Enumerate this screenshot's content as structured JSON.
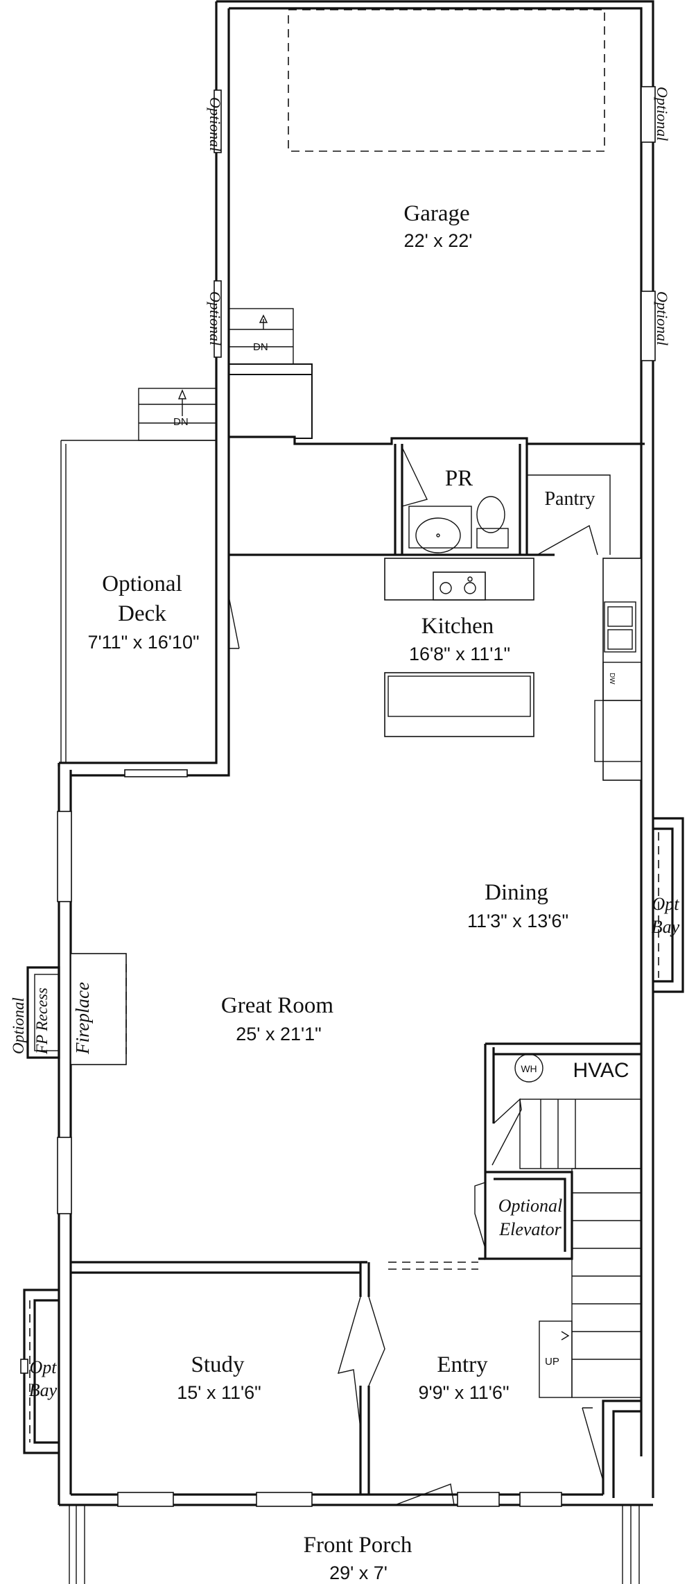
{
  "rooms": {
    "garage": {
      "name": "Garage",
      "dims": "22' x 22'"
    },
    "deck": {
      "name_line1": "Optional",
      "name_line2": "Deck",
      "dims": "7'11\" x 16'10\""
    },
    "pr": {
      "name": "PR"
    },
    "pantry": {
      "name": "Pantry"
    },
    "kitchen": {
      "name": "Kitchen",
      "dims": "16'8\" x 11'1\""
    },
    "dining": {
      "name": "Dining",
      "dims": "11'3\" x 13'6\""
    },
    "great": {
      "name": "Great Room",
      "dims": "25' x 21'1\""
    },
    "study": {
      "name": "Study",
      "dims": "15' x 11'6\""
    },
    "entry": {
      "name": "Entry",
      "dims": "9'9\" x 11'6\""
    },
    "porch": {
      "name": "Front Porch",
      "dims": "29' x 7'"
    }
  },
  "labels": {
    "optional": "Optional",
    "fireplace": "Fireplace",
    "fp_recess_line1": "Optional",
    "fp_recess_line2": "FP Recess",
    "opt_bay_line1": "Opt",
    "opt_bay_line2": "Bay",
    "elevator_line1": "Optional",
    "elevator_line2": "Elevator",
    "hvac": "HVAC",
    "wh": "WH",
    "dn": "DN",
    "up": "UP",
    "dw": "DW"
  }
}
